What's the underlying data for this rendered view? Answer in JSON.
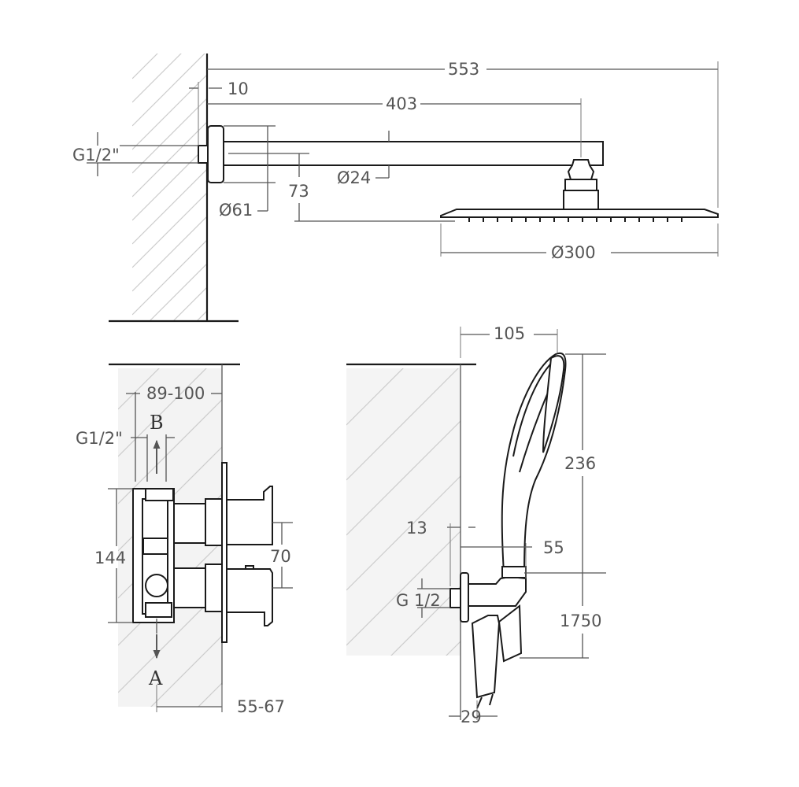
{
  "diagram": {
    "top_view": {
      "dims": {
        "overall_length": "553",
        "wall_offset": "10",
        "arm_length": "403",
        "inlet_thread": "G1/2\"",
        "arm_diameter": "Ø24",
        "drop_height": "73",
        "flange_diameter": "Ø61",
        "head_diameter": "Ø300"
      }
    },
    "valve_view": {
      "dims": {
        "depth_range": "89-100",
        "thread": "G1/2\"",
        "body_height": "144",
        "handle_spacing": "70",
        "handle_projection": "55-67"
      },
      "labels": {
        "outlet": "B",
        "inlet": "A"
      }
    },
    "hand_shower_view": {
      "dims": {
        "head_width": "105",
        "head_length": "236",
        "wall_offset": "13",
        "holder_depth": "55",
        "thread": "G 1/2",
        "hose_length": "1750",
        "outlet_depth": "29"
      }
    }
  }
}
